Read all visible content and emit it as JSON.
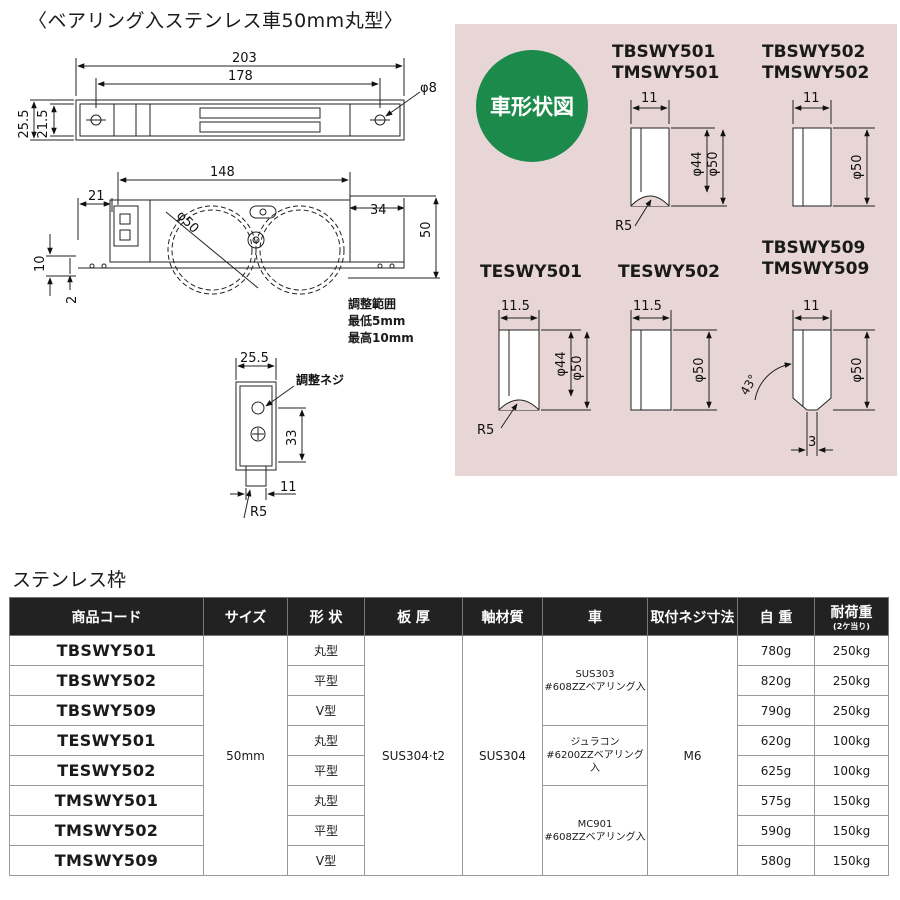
{
  "title": "〈ベアリング入ステンレス車50mm丸型〉",
  "drawing": {
    "top_view": {
      "dim_overall": "203",
      "dim_pitch": "178",
      "dim_height_outer": "25.5",
      "dim_height_inner": "21.5",
      "dim_hole": "φ8"
    },
    "side_view": {
      "dim_wheel_pitch": "148",
      "dim_left": "21",
      "dim_right": "34",
      "dim_wheel": "φ50",
      "dim_height": "50",
      "dim_10": "10",
      "dim_2": "2"
    },
    "adjust_note": [
      "調整範囲",
      "最低5mm",
      "最高10mm"
    ],
    "end_view": {
      "dim_width": "25.5",
      "screw_label": "調整ネジ",
      "dim_33": "33",
      "dim_11": "11",
      "dim_r5": "R5"
    }
  },
  "wheel_shapes": {
    "badge": "車形状図",
    "groups": [
      {
        "models": [
          "TBSWY501",
          "TMSWY501"
        ],
        "width": "11",
        "inner": "φ44",
        "outer": "φ50",
        "radius": "R5"
      },
      {
        "models": [
          "TBSWY502",
          "TMSWY502"
        ],
        "width": "11",
        "outer": "φ50"
      },
      {
        "models": [
          "TESWY501"
        ],
        "width": "11.5",
        "inner": "φ44",
        "outer": "φ50",
        "radius": "R5"
      },
      {
        "models": [
          "TESWY502"
        ],
        "width": "11.5",
        "outer": "φ50"
      },
      {
        "models": [
          "TBSWY509",
          "TMSWY509"
        ],
        "width": "11",
        "outer": "φ50",
        "angle": "43°",
        "bottom": "3"
      }
    ]
  },
  "section_title": "ステンレス枠",
  "table": {
    "headers": [
      "商品コード",
      "サイズ",
      "形 状",
      "板 厚",
      "軸材質",
      "車",
      "取付ネジ寸法",
      "自 重",
      "耐荷重"
    ],
    "load_sub": "(2ケ当り)",
    "size": "50mm",
    "thickness": "SUS304·t2",
    "shaft": "SUS304",
    "screw": "M6",
    "wheels": [
      [
        "SUS303",
        "#608ZZベアリング入"
      ],
      [
        "ジュラコン",
        "#6200ZZベアリング入"
      ],
      [
        "MC901",
        "#608ZZベアリング入"
      ]
    ],
    "rows": [
      {
        "code": "TBSWY501",
        "shape": "丸型",
        "weight": "780g",
        "load": "250kg"
      },
      {
        "code": "TBSWY502",
        "shape": "平型",
        "weight": "820g",
        "load": "250kg"
      },
      {
        "code": "TBSWY509",
        "shape": "V型",
        "weight": "790g",
        "load": "250kg"
      },
      {
        "code": "TESWY501",
        "shape": "丸型",
        "weight": "620g",
        "load": "100kg"
      },
      {
        "code": "TESWY502",
        "shape": "平型",
        "weight": "625g",
        "load": "100kg"
      },
      {
        "code": "TMSWY501",
        "shape": "丸型",
        "weight": "575g",
        "load": "150kg"
      },
      {
        "code": "TMSWY502",
        "shape": "平型",
        "weight": "590g",
        "load": "150kg"
      },
      {
        "code": "TMSWY509",
        "shape": "V型",
        "weight": "580g",
        "load": "150kg"
      }
    ]
  }
}
